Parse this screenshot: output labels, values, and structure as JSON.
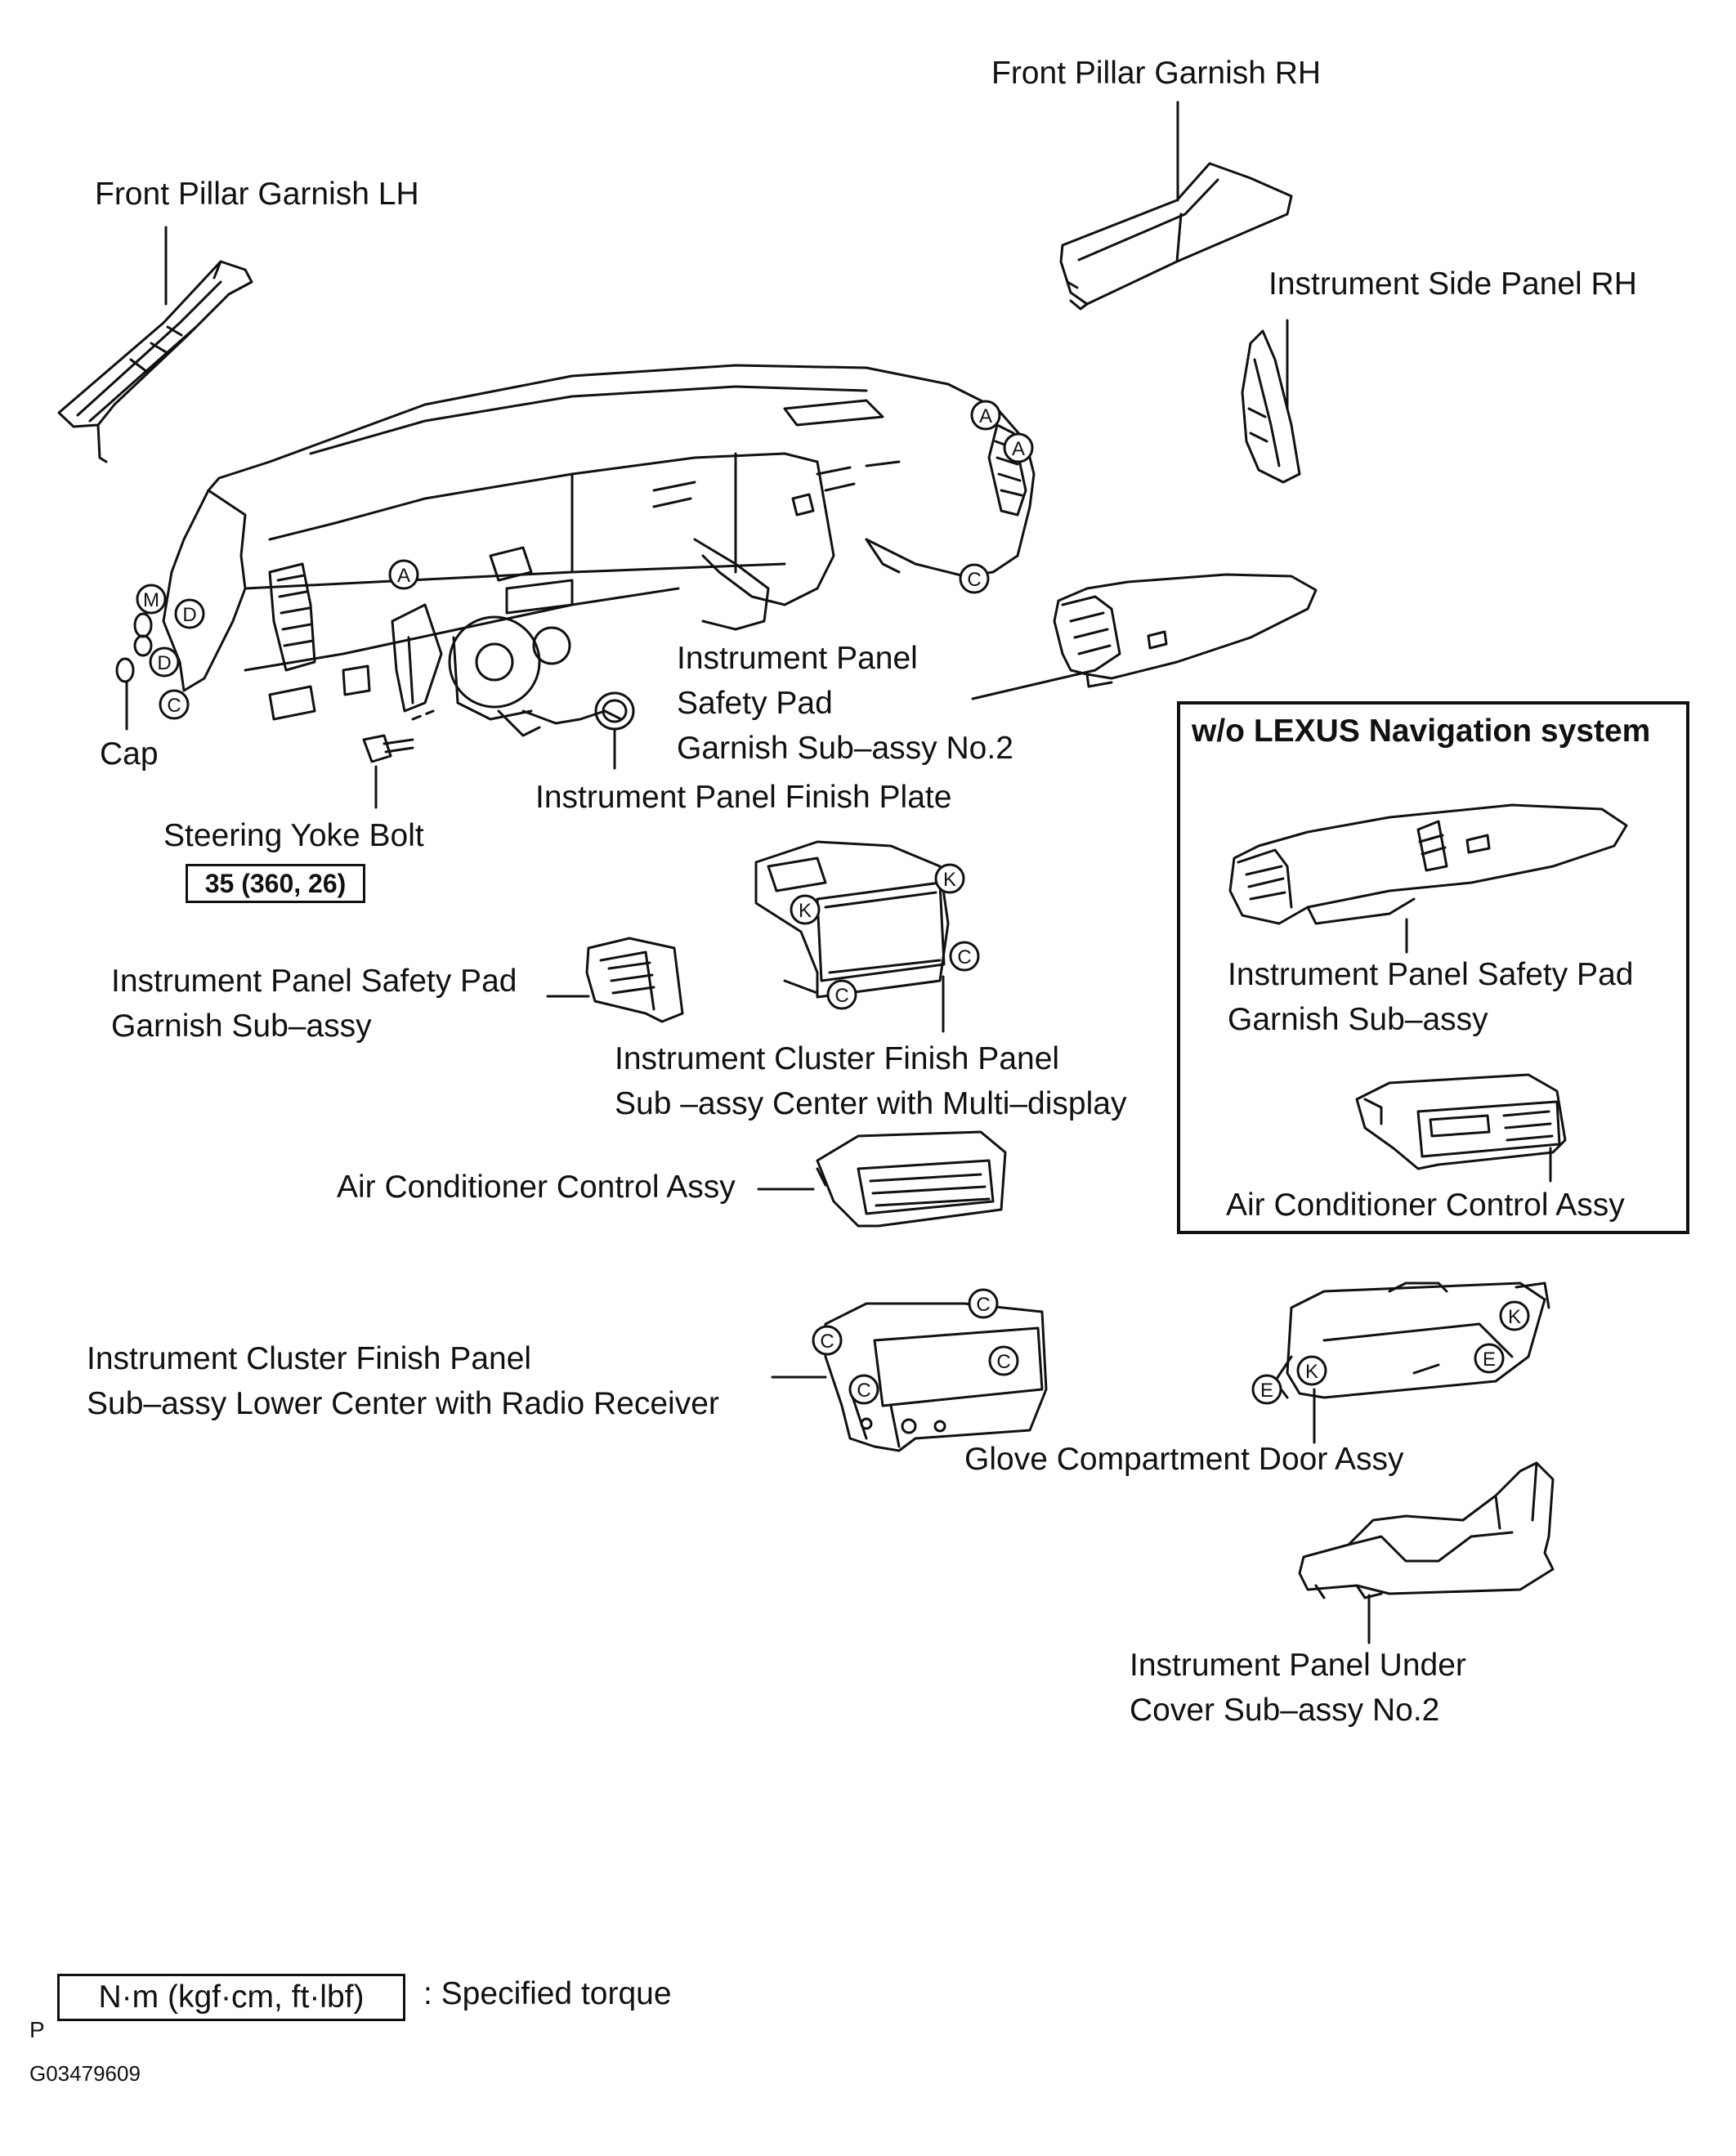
{
  "labels": {
    "front_pillar_garnish_rh": "Front Pillar Garnish RH",
    "front_pillar_garnish_lh": "Front Pillar Garnish LH",
    "instrument_side_panel_rh": "Instrument Side Panel RH",
    "safety_pad_garnish_no2": [
      "Instrument Panel",
      "Safety Pad",
      "Garnish Sub–assy No.2"
    ],
    "cap": "Cap",
    "finish_plate": "Instrument Panel Finish Plate",
    "steering_yoke_bolt": "Steering Yoke Bolt",
    "safety_pad_garnish": [
      "Instrument Panel Safety Pad",
      "Garnish Sub–assy"
    ],
    "cluster_finish_panel_center": [
      "Instrument Cluster Finish Panel",
      "Sub –assy Center with Multi–display"
    ],
    "air_conditioner_control": "Air Conditioner Control Assy",
    "cluster_finish_panel_lower": [
      "Instrument Cluster Finish Panel",
      "Sub–assy Lower Center with Radio Receiver"
    ],
    "glove_compartment": "Glove Compartment Door Assy",
    "under_cover_no2": [
      "Instrument  Panel  Under",
      "Cover Sub–assy No.2"
    ]
  },
  "torque_value": "35 (360, 26)",
  "variant": {
    "title": "w/o LEXUS Navigation system",
    "safety_pad_garnish": [
      "Instrument Panel Safety Pad",
      "Garnish Sub–assy"
    ],
    "air_conditioner_control": "Air Conditioner Control Assy"
  },
  "callouts": {
    "A": "A",
    "C": "C",
    "D": "D",
    "M": "M",
    "K": "K",
    "E": "E"
  },
  "legend": {
    "unit_box": "N·m (kgf·cm, ft·lbf)",
    "text": ": Specified torque"
  },
  "footer": {
    "marker": "P",
    "code": "G03479609"
  }
}
